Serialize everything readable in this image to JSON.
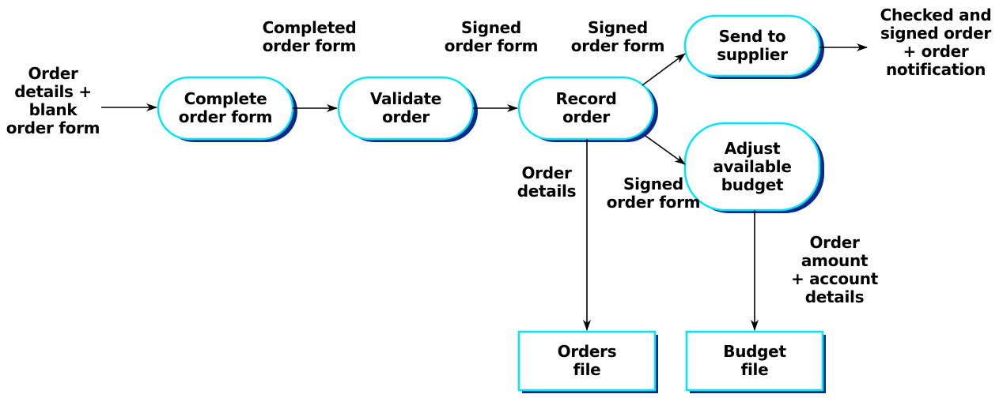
{
  "colors": {
    "node_fill": "#ffffff",
    "node_stroke": "#00e5ff",
    "node_shadow": "#0a2a8a",
    "arrow": "#000000"
  },
  "nodes": {
    "complete_order_form": "Complete\norder form",
    "validate_order": "Validate\norder",
    "record_order": "Record\norder",
    "send_to_supplier": "Send to\nsupplier",
    "adjust_available_budget": "Adjust\navailable\nbudget",
    "orders_file": "Orders\nfile",
    "budget_file": "Budget\nfile"
  },
  "flow_labels": {
    "input": "Order\ndetails +\nblank\norder form",
    "completed_order_form": "Completed\norder form",
    "signed_order_form_1": "Signed\norder form",
    "signed_order_form_2": "Signed\norder form",
    "signed_order_form_3": "Signed\norder form",
    "order_details": "Order\ndetails",
    "output": "Checked and\nsigned order\n+ order\nnotification",
    "order_amount": "Order\namount\n+ account\ndetails"
  }
}
